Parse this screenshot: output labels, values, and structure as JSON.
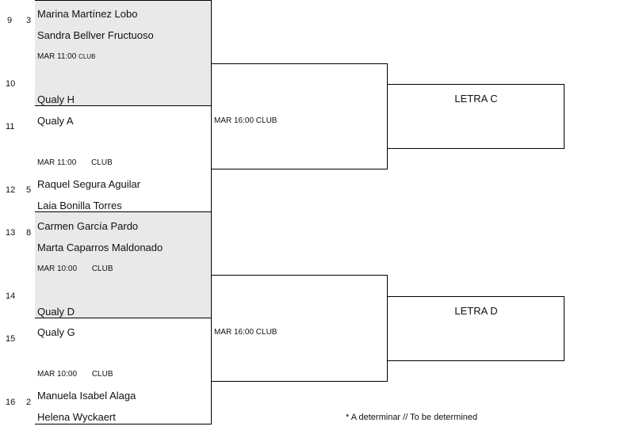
{
  "rows": [
    {
      "num": "9",
      "seed": "3"
    },
    {
      "num": "10",
      "seed": ""
    },
    {
      "num": "11",
      "seed": ""
    },
    {
      "num": "12",
      "seed": "5"
    },
    {
      "num": "13",
      "seed": "8"
    },
    {
      "num": "14",
      "seed": ""
    },
    {
      "num": "15",
      "seed": ""
    },
    {
      "num": "16",
      "seed": "2"
    }
  ],
  "matches": [
    {
      "player1": "Marina Martínez Lobo",
      "player2": "Sandra Bellver Fructuoso",
      "schedule_time": "MAR 11:00",
      "schedule_venue": "CLUB",
      "opponent": "Qualy H"
    },
    {
      "opponent": "Qualy A",
      "schedule_time": "MAR 11:00",
      "schedule_venue": "CLUB",
      "player1": "Raquel Segura Aguilar",
      "player2": "Laia Bonilla Torres"
    },
    {
      "player1": "Carmen García Pardo",
      "player2": "Marta Caparros Maldonado",
      "schedule_time": "MAR 10:00",
      "schedule_venue": "CLUB",
      "opponent": "Qualy D"
    },
    {
      "opponent": "Qualy G",
      "schedule_time": "MAR 10:00",
      "schedule_venue": "CLUB",
      "player1": "Manuela Isabel Alaga",
      "player2": "Helena Wyckaert"
    }
  ],
  "round2": [
    {
      "schedule": "MAR 16:00 CLUB"
    },
    {
      "schedule": "MAR 16:00 CLUB"
    }
  ],
  "finals": [
    {
      "label": "LETRA C"
    },
    {
      "label": "LETRA D"
    }
  ],
  "footnote": "* A determinar // To be determined"
}
